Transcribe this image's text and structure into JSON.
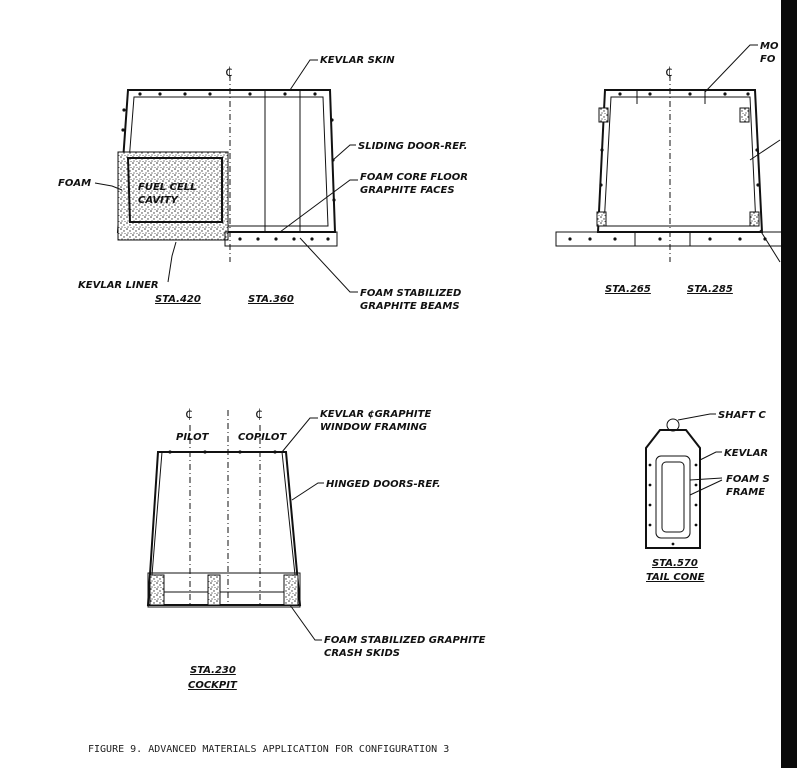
{
  "labels": {
    "kevlar_skin": "KEVLAR SKIN",
    "sliding_door": "SLIDING DOOR-REF.",
    "foam": "FOAM",
    "fuel_cell_line1": "FUEL CELL",
    "fuel_cell_line2": "CAVITY",
    "foam_core_line1": "FOAM CORE FLOOR",
    "foam_core_line2": "GRAPHITE FACES",
    "kevlar_liner": "KEVLAR LINER",
    "foam_beams_line1": "FOAM STABILIZED",
    "foam_beams_line2": "GRAPHITE BEAMS",
    "mo_line1": "MO",
    "mo_line2": "FO",
    "kevlar_graphite_line1": "KEVLAR ¢GRAPHITE",
    "kevlar_graphite_line2": "WINDOW FRAMING",
    "pilot": "PILOT",
    "copilot": "COPILOT",
    "hinged_doors": "HINGED DOORS-REF.",
    "crash_skids_line1": "FOAM STABILIZED GRAPHITE",
    "crash_skids_line2": "CRASH SKIDS",
    "shaft": "SHAFT C",
    "kevlar_tail": "KEVLAR",
    "foam_tail_line1": "FOAM S",
    "foam_tail_line2": "FRAME",
    "centerline": "¢"
  },
  "stations": {
    "sta420": "STA.420",
    "sta360": "STA.360",
    "sta265": "STA.265",
    "sta285": "STA.285",
    "sta230": "STA.230",
    "cockpit": "COCKPIT",
    "sta570": "STA.570",
    "tail_cone": "TAIL CONE"
  },
  "caption": "FIGURE 9.  ADVANCED MATERIALS APPLICATION FOR CONFIGURATION 3"
}
